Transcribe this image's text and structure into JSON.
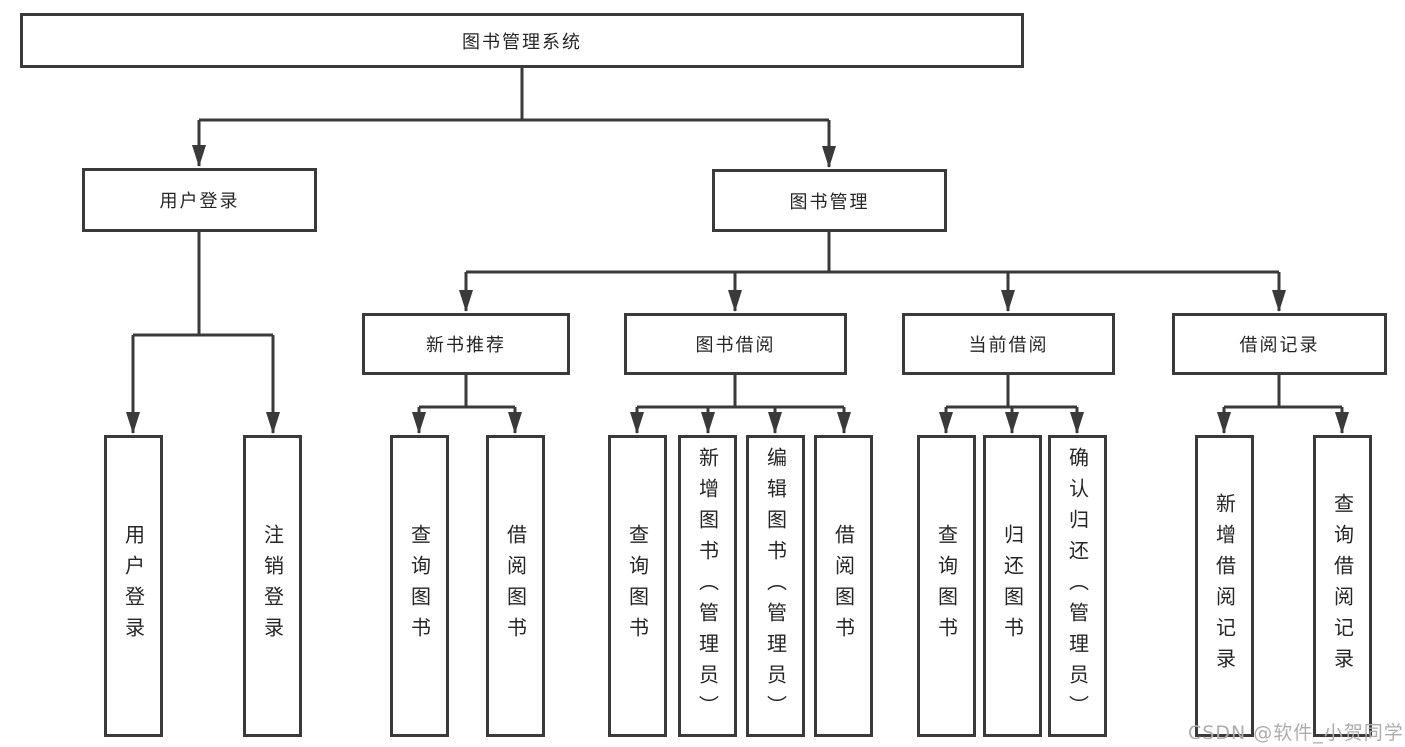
{
  "diagram_title": "图书管理系统",
  "nodes": {
    "root": {
      "label": "图书管理系统"
    },
    "level2": {
      "user_login": {
        "label": "用户登录"
      },
      "book_mgmt": {
        "label": "图书管理"
      }
    },
    "level3": {
      "new_book_rec": {
        "label": "新书推荐"
      },
      "book_borrow": {
        "label": "图书借阅"
      },
      "current_borrow": {
        "label": "当前借阅"
      },
      "borrow_records": {
        "label": "借阅记录"
      }
    },
    "leaves": {
      "user_login": {
        "label": "用户登录",
        "parent": "用户登录"
      },
      "logout": {
        "label": "注销登录",
        "parent": "用户登录"
      },
      "rec_query_book": {
        "label": "查询图书",
        "parent": "新书推荐"
      },
      "rec_borrow_book": {
        "label": "借阅图书",
        "parent": "新书推荐"
      },
      "bor_query_book": {
        "label": "查询图书",
        "parent": "图书借阅"
      },
      "bor_add_book": {
        "label": "新增图书（管理员）",
        "parent": "图书借阅"
      },
      "bor_edit_book": {
        "label": "编辑图书（管理员）",
        "parent": "图书借阅"
      },
      "bor_borrow_book": {
        "label": "借阅图书",
        "parent": "图书借阅"
      },
      "cur_query_book": {
        "label": "查询图书",
        "parent": "当前借阅"
      },
      "cur_return_book": {
        "label": "归还图书",
        "parent": "当前借阅"
      },
      "cur_confirm_return": {
        "label": "确认归还（管理员）",
        "parent": "当前借阅"
      },
      "hist_add_record": {
        "label": "新增借阅记录",
        "parent": "借阅记录"
      },
      "hist_query_record": {
        "label": "查询借阅记录",
        "parent": "借阅记录"
      }
    }
  },
  "watermark": {
    "text": "CSDN @软件_小贺同学"
  },
  "colors": {
    "line": "#3a3a3a",
    "box_border": "#3a3a3a",
    "text": "#262626",
    "background": "#ffffff",
    "watermark": "#adadad"
  }
}
